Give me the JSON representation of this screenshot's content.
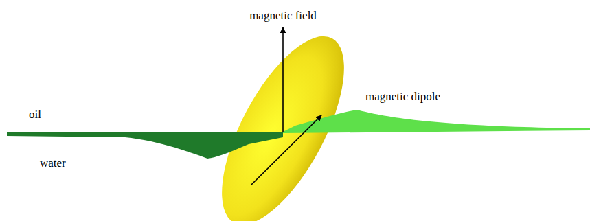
{
  "diagram": {
    "labels": [
      "magnetic field",
      "oil",
      "magnetic dipole",
      "water"
    ]
  }
}
